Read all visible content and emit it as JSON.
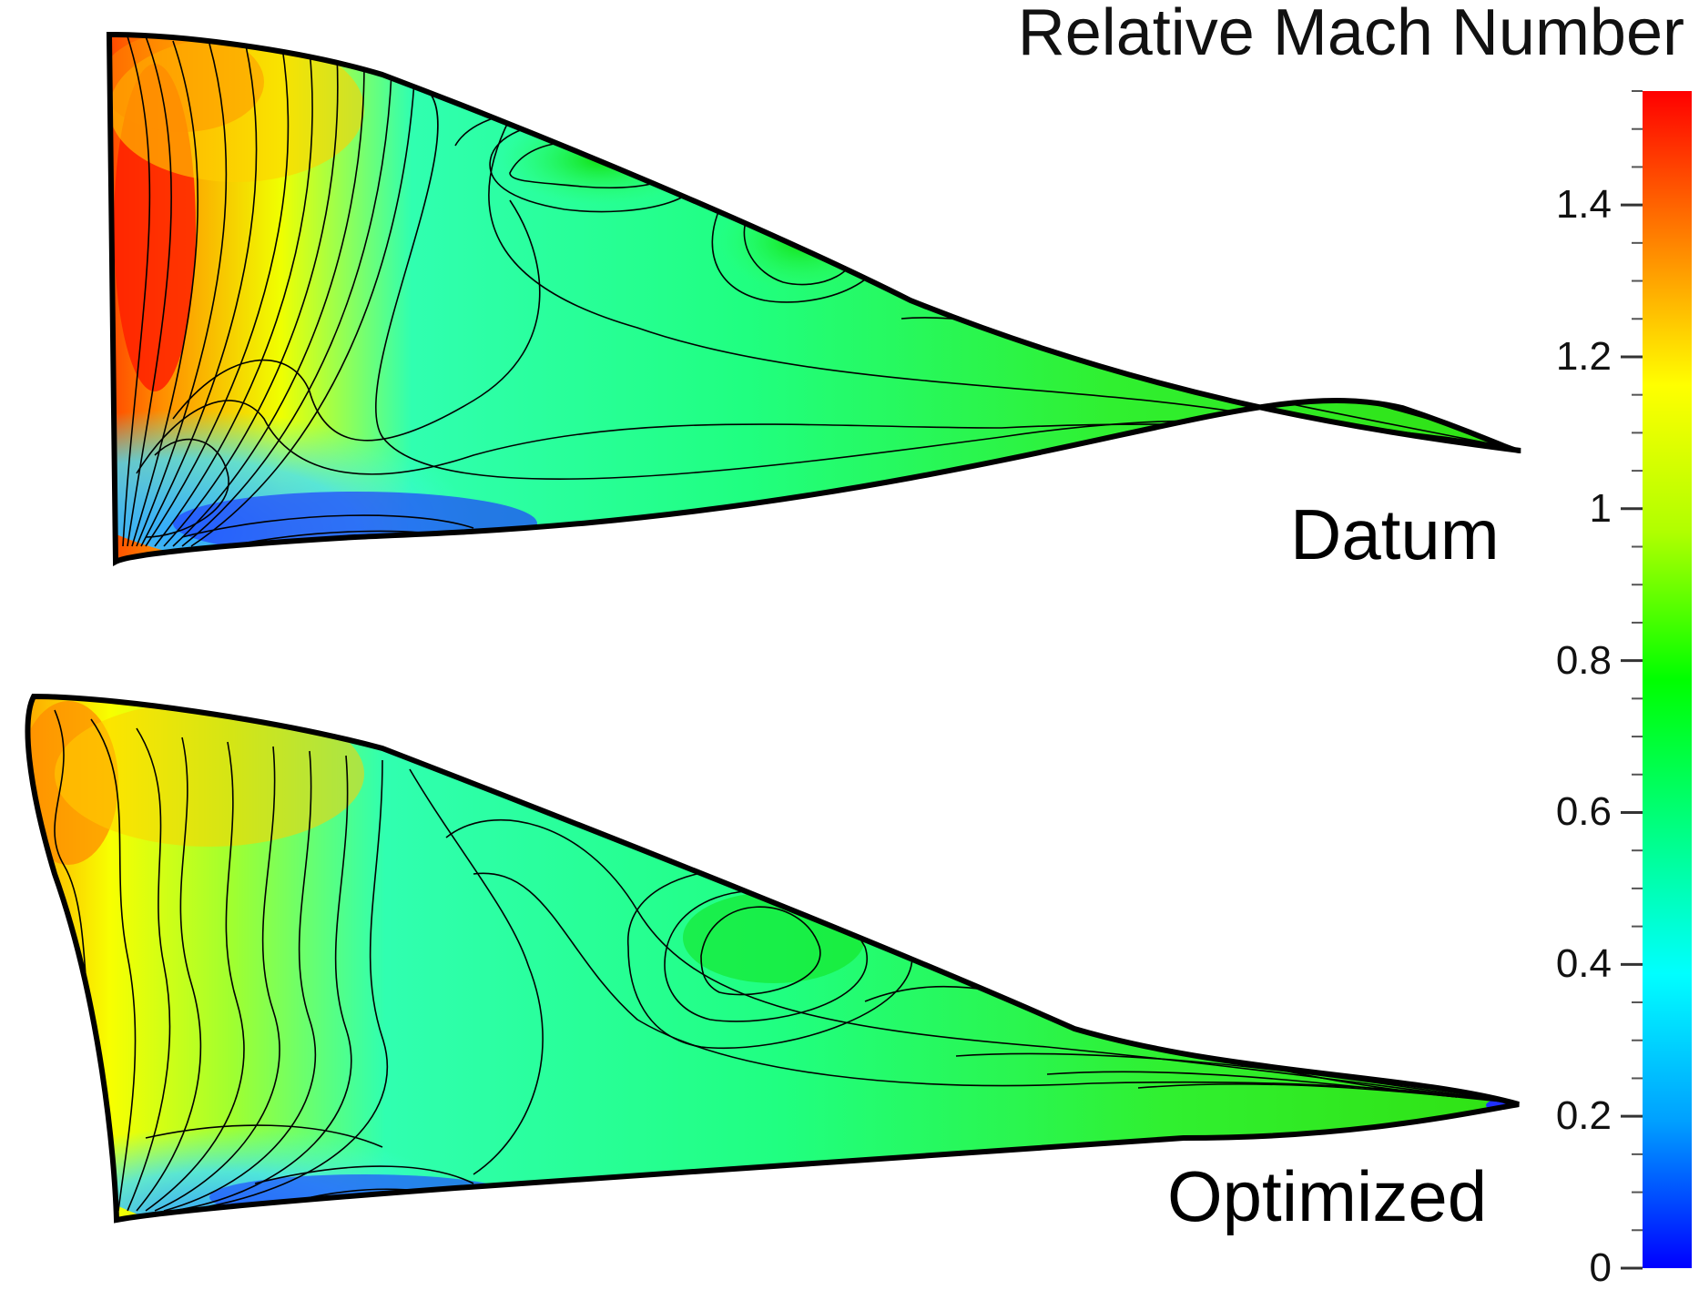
{
  "chart_data": {
    "type": "heatmap",
    "title": "Relative Mach Number",
    "colorbar": {
      "min": 0,
      "max": 1.55,
      "tick_values": [
        0,
        0.2,
        0.4,
        0.6,
        0.8,
        1,
        1.2,
        1.4
      ],
      "tick_labels": [
        "0",
        "0.2",
        "0.4",
        "0.6",
        "0.8",
        "1",
        "1.2",
        "1.4"
      ],
      "colors": [
        "#0000ff",
        "#00a0ff",
        "#00ffff",
        "#00ff80",
        "#00ff00",
        "#b0ff00",
        "#ffff00",
        "#ff8000",
        "#ff0000"
      ],
      "minor_tick_step": 0.05
    },
    "panels": [
      {
        "label": "Datum",
        "leading_region_mach": 1.45,
        "mid_region_mach": 0.5,
        "peak_mid_mach": 0.85,
        "hub_region_mach": 0.2
      },
      {
        "label": "Optimized",
        "leading_region_mach": 1.3,
        "mid_region_mach": 0.55,
        "peak_mid_mach": 0.8,
        "hub_region_mach": 0.25
      }
    ]
  }
}
